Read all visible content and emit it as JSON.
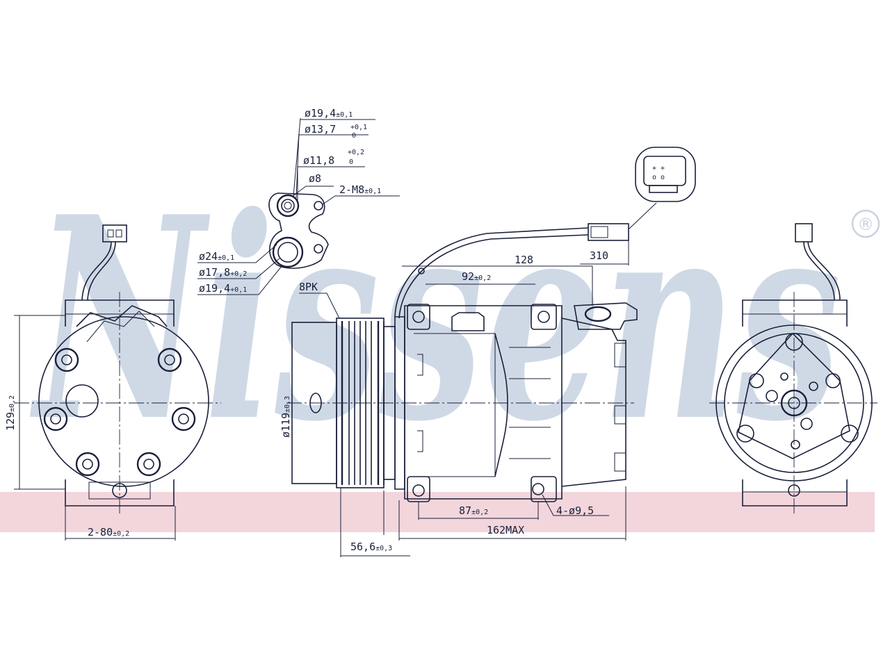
{
  "watermark": {
    "brand": "Nissens",
    "registered_mark": "®",
    "band_color": "#f2d6dc",
    "text_color": "#cfd9e6"
  },
  "port_callouts": {
    "d1": "ø19,4",
    "d1_tol": "±0,1",
    "d2": "ø13,7",
    "d2_tol_upper": "+0,1",
    "d2_tol_lower": "0",
    "d3": "ø11,8",
    "d3_tol_upper": "+0,2",
    "d3_tol_lower": "0",
    "d4": "ø8",
    "thread": "2-M8",
    "thread_tol": "±0,1",
    "d5": "ø24",
    "d5_tol": "±0,1",
    "d6": "ø17,8",
    "d6_tol": "+0,2",
    "d7": "ø19,4",
    "d7_tol": "+0,1"
  },
  "dimensions": {
    "pulley": "8PK",
    "diameter": "ø119",
    "diameter_tol": "±0,3",
    "height": "129",
    "height_tol": "±0,2",
    "mount_spacing": "2-80",
    "mount_spacing_tol": "±0,2",
    "cable_length": "310",
    "conn_offset": "128",
    "port_offset": "92",
    "port_offset_tol": "±0,2",
    "hole_spacing": "87",
    "hole_spacing_tol": "±0,2",
    "holes": "4-ø9,5",
    "overall_length": "162MAX",
    "clutch_length": "56,6",
    "clutch_length_tol": "±0,3"
  }
}
